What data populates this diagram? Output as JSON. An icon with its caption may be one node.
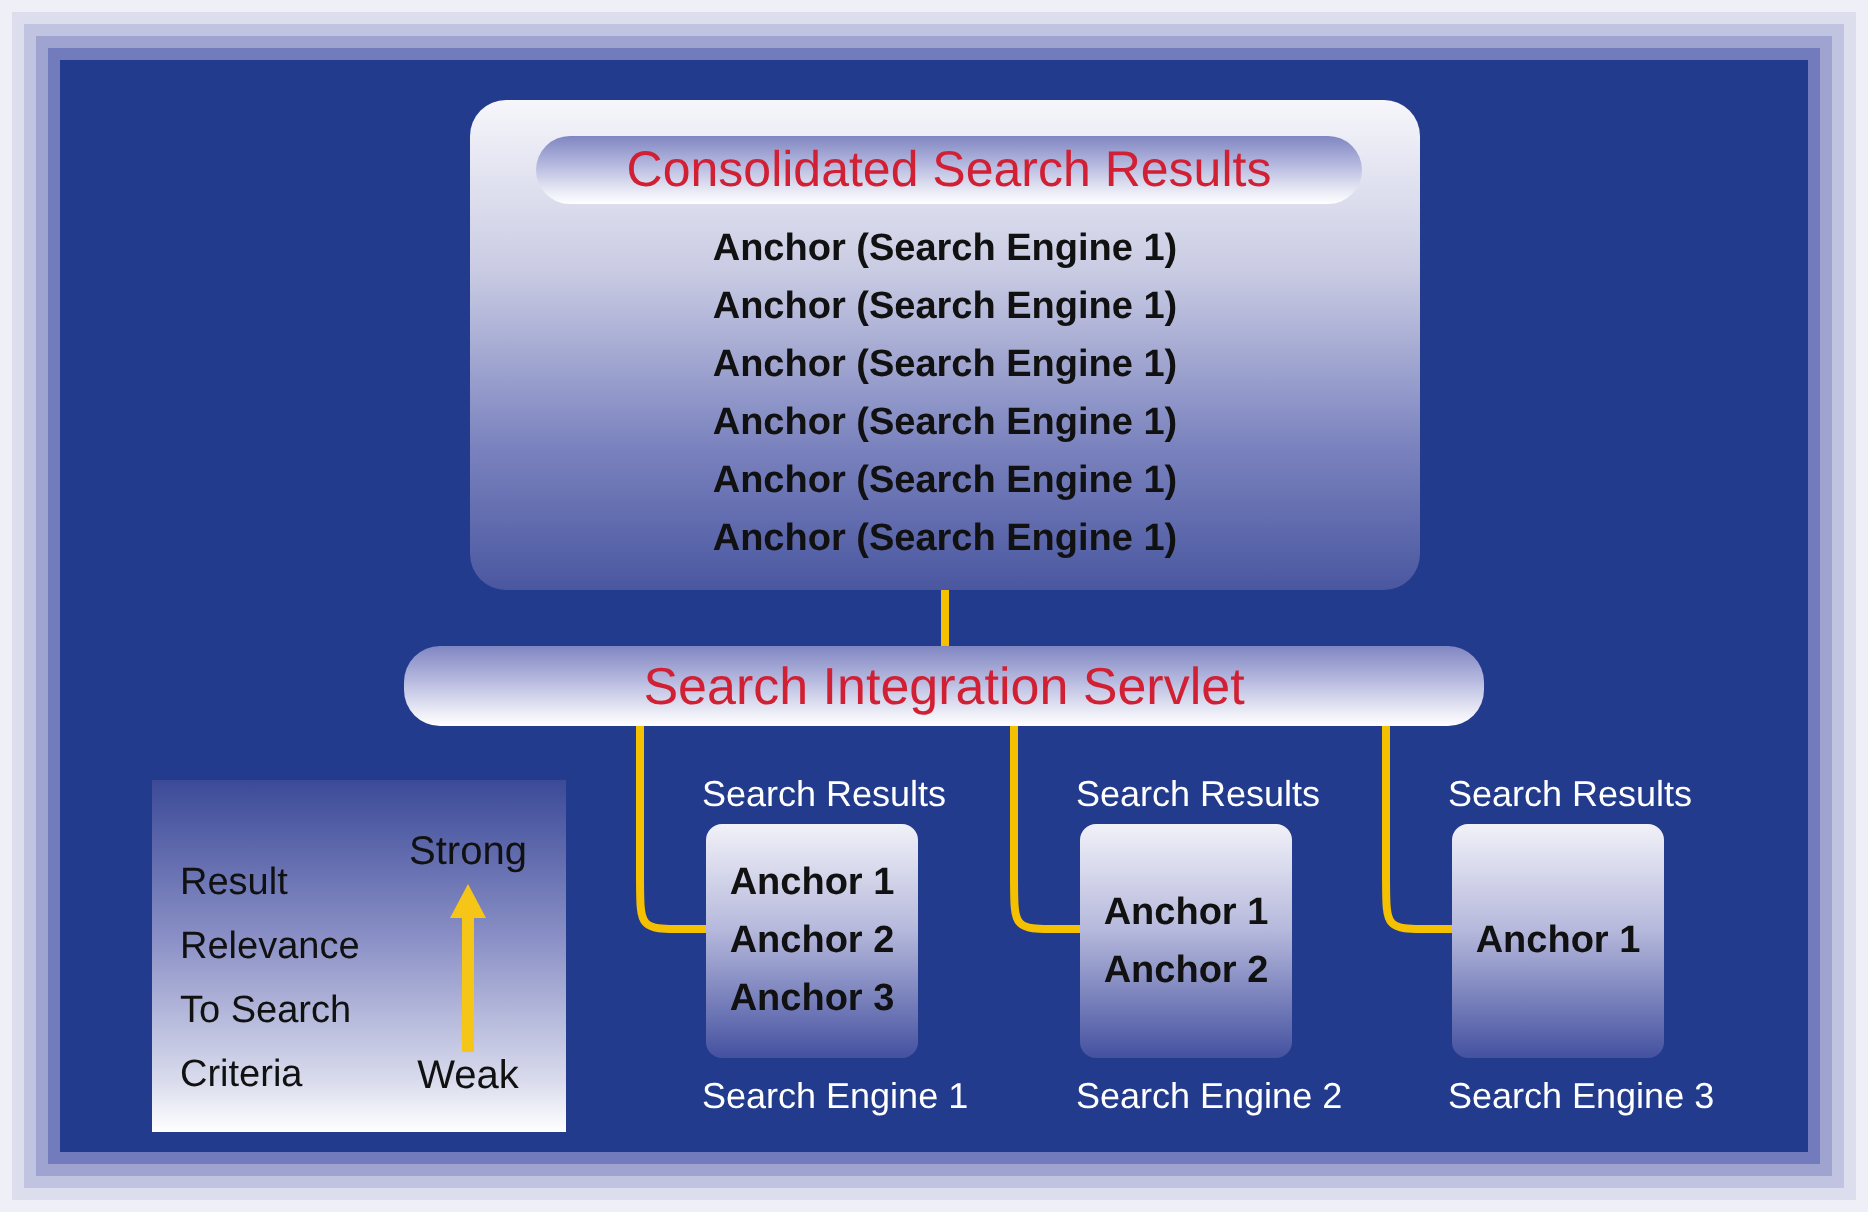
{
  "diagram": {
    "nodes": [
      {
        "text": [
          "Consolidated Search Results",
          "Anchor (Search Engine 1)",
          "Anchor (Search Engine 1)",
          "Anchor (Search Engine 1)",
          "Anchor (Search Engine 1)",
          "Anchor (Search Engine 1)",
          "Anchor (Search Engine 1)"
        ]
      },
      {
        "text": [
          "Search Integration Servlet"
        ]
      },
      {
        "text": [
          "Anchor 1",
          "Anchor 2",
          "Anchor 3"
        ],
        "beside": [
          "Search Results",
          "Search Engine 1"
        ]
      },
      {
        "text": [
          "Anchor 1",
          "Anchor 2"
        ],
        "beside": [
          "Search Results",
          "Search Engine 2"
        ]
      },
      {
        "text": [
          "Anchor 1"
        ],
        "beside": [
          "Search Results",
          "Search Engine 3"
        ]
      },
      {
        "text": [
          "Result Relevance To Search Criteria",
          "Strong",
          "Weak"
        ]
      }
    ],
    "edges": [
      {
        "from": 0,
        "to": 1,
        "arrow": "none"
      },
      {
        "from": 1,
        "to": 2,
        "arrow": "none"
      },
      {
        "from": 1,
        "to": 3,
        "arrow": "none"
      },
      {
        "from": 1,
        "to": 4,
        "arrow": "none"
      }
    ]
  }
}
